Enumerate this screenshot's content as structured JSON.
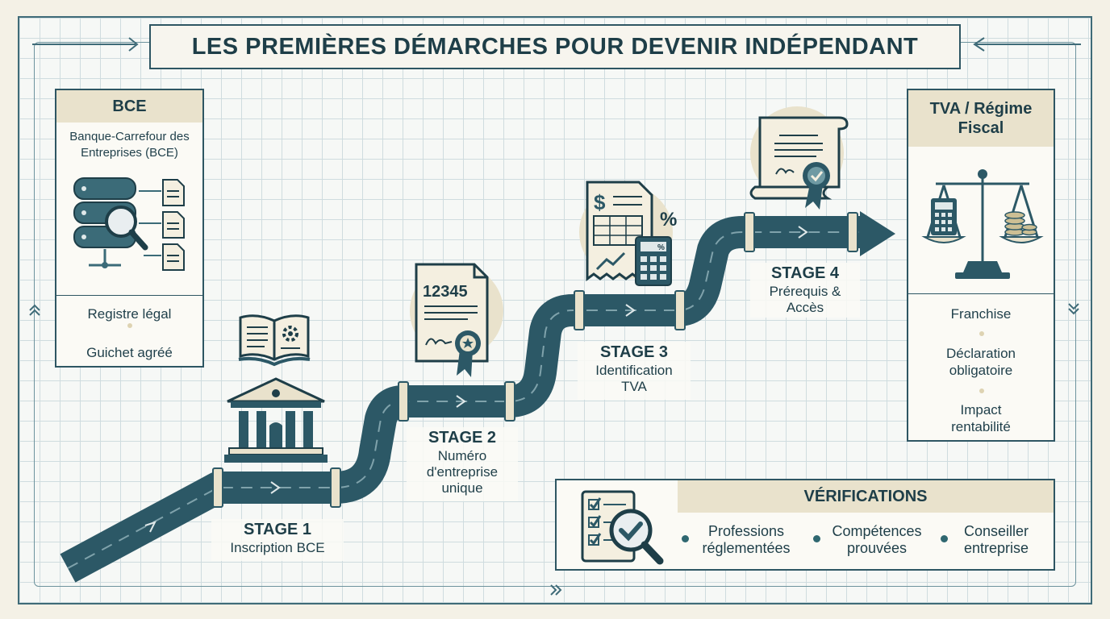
{
  "title": "LES PREMIÈRES DÉMARCHES POUR DEVENIR INDÉPENDANT",
  "bce_panel": {
    "header": "BCE",
    "subtitle": "Banque-Carrefour des Entreprises (BCE)",
    "items": [
      "Registre légal",
      "Guichet agréé"
    ]
  },
  "tva_panel": {
    "header": "TVA / Régime Fiscal",
    "items": [
      "Franchise",
      "Déclaration obligatoire",
      "Impact rentabilité"
    ]
  },
  "stages": [
    {
      "title": "STAGE 1",
      "desc": "Inscription BCE"
    },
    {
      "title": "STAGE 2",
      "desc": "Numéro d'entreprise unique"
    },
    {
      "title": "STAGE 3",
      "desc": "Identification TVA"
    },
    {
      "title": "STAGE 4",
      "desc": "Prérequis & Accès"
    }
  ],
  "certificate_number": "12345",
  "invoice_symbols": {
    "currency": "$",
    "percent": "%",
    "calc_percent": "%"
  },
  "verifications": {
    "header": "VÉRIFICATIONS",
    "items": [
      "Professions réglementées",
      "Compétences prouvées",
      "Conseiller entreprise"
    ]
  },
  "icons": {
    "frame_arrows": [
      "arrow-right-icon",
      "arrow-left-icon",
      "double-chevron-up-icon",
      "double-chevron-down-icon",
      "double-chevron-right-icon"
    ],
    "bce": "database-magnifier-icon",
    "stage1": [
      "open-book-gear-icon",
      "bank-building-icon"
    ],
    "stage2": "certificate-seal-icon",
    "stage3": "invoice-calculator-icon",
    "stage4": "diploma-scroll-icon",
    "tva": "balance-scale-icon",
    "verifications": "checklist-magnifier-icon"
  },
  "colors": {
    "pipe": "#2c5866",
    "accent": "#e9e2cc",
    "border": "#2e5663",
    "text": "#1e3e48"
  }
}
